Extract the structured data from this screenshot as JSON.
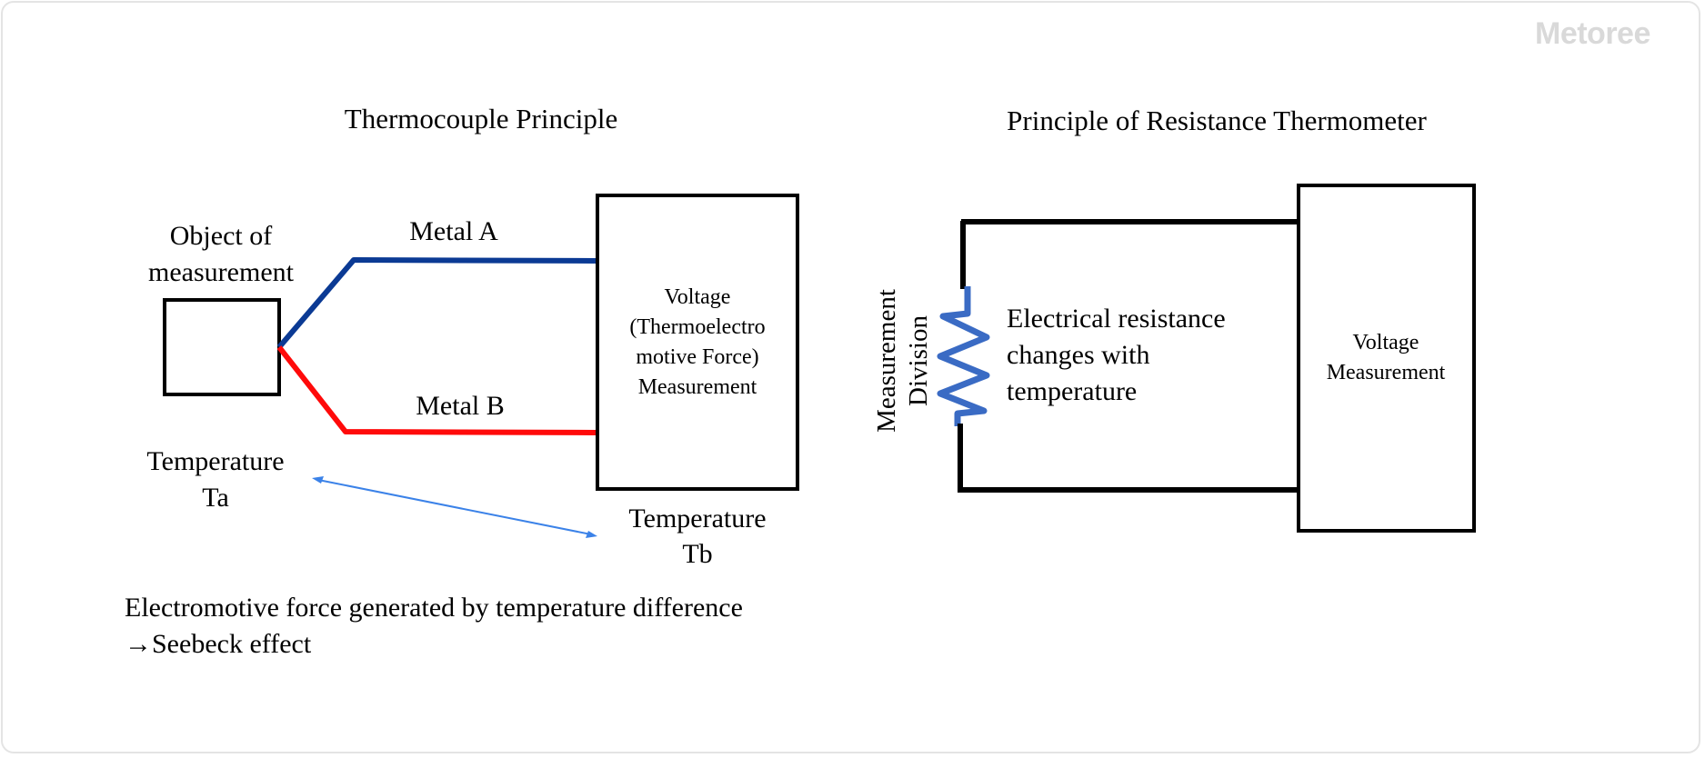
{
  "watermark": "Metoree",
  "thermocouple": {
    "title": "Thermocouple Principle",
    "object_label_line1": "Object of",
    "object_label_line2": "measurement",
    "metal_a": "Metal A",
    "metal_b": "Metal B",
    "voltage_line1": "Voltage",
    "voltage_line2": "(Thermoelectro",
    "voltage_line3": "motive Force)",
    "voltage_line4": "Measurement",
    "temp_a_line1": "Temperature",
    "temp_a_line2": "Ta",
    "temp_b_line1": "Temperature",
    "temp_b_line2": "Tb",
    "note_line1": "Electromotive force generated by temperature difference",
    "note_line2": "→Seebeck effect",
    "colors": {
      "metal_a": "#0b3a94",
      "metal_b": "#ff0a0a",
      "arrow": "#3b82e8"
    }
  },
  "resistance": {
    "title": "Principle of Resistance Thermometer",
    "division_line1": "Measurement",
    "division_line2": "Division",
    "desc_line1": "Electrical resistance",
    "desc_line2": "changes with",
    "desc_line3": "temperature",
    "voltage_line1": "Voltage",
    "voltage_line2": "Measurement",
    "colors": {
      "resistor": "#3a6bc4"
    }
  }
}
